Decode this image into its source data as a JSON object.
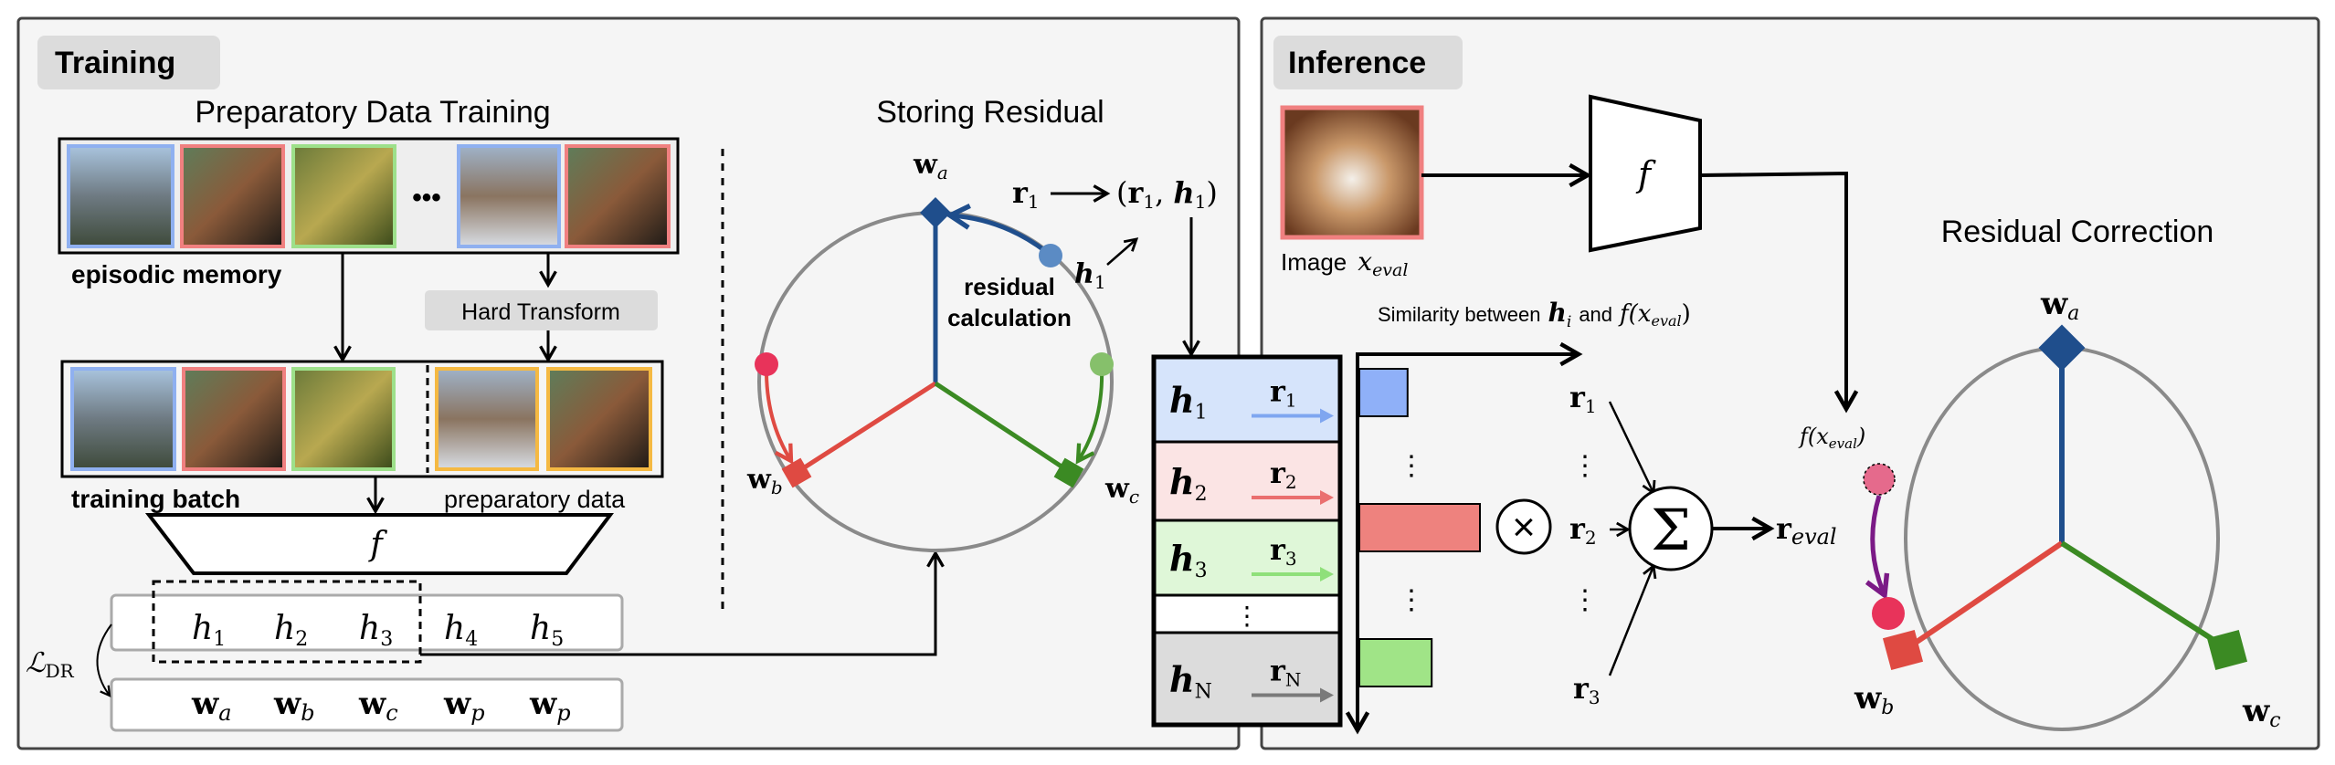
{
  "colors": {
    "panel_bg": "#f5f5f5",
    "badge_bg": "#dcdcdc",
    "circle": "#8a8a8a",
    "w_a": "#1f4e8c",
    "w_b": "#df4a42",
    "w_c": "#3b8a23",
    "blue_frame": "#8fb0f0",
    "red_frame": "#f08080",
    "green_frame": "#9de08a",
    "orange_frame": "#f5b942",
    "purple_arrow": "#7b1a86",
    "pink_dot": "#e8335a"
  },
  "training": {
    "badge": "Training",
    "title": "Preparatory Data Training",
    "episodic_label": "episodic memory",
    "ellipsis": "•••",
    "hard_transform": "Hard Transform",
    "batch_label": "training batch",
    "prep_label": "preparatory data",
    "f": "f",
    "h_row": [
      {
        "base": "h",
        "sub": "1"
      },
      {
        "base": "h",
        "sub": "2"
      },
      {
        "base": "h",
        "sub": "3"
      },
      {
        "base": "h",
        "sub": "4"
      },
      {
        "base": "h",
        "sub": "5"
      }
    ],
    "w_row": [
      {
        "base": "w",
        "sub": "a"
      },
      {
        "base": "w",
        "sub": "b"
      },
      {
        "base": "w",
        "sub": "c"
      },
      {
        "base": "w",
        "sub": "p"
      },
      {
        "base": "w",
        "sub": "p"
      }
    ],
    "loss": {
      "base": "ℒ",
      "sub": "DR"
    }
  },
  "storing": {
    "title": "Storing Residual",
    "residual_calc": [
      "residual",
      "calculation"
    ],
    "w_a": {
      "base": "w",
      "sub": "a"
    },
    "w_b": {
      "base": "w",
      "sub": "b"
    },
    "w_c": {
      "base": "w",
      "sub": "c"
    },
    "r1": {
      "base": "r",
      "sub": "1"
    },
    "pair": {
      "open": "(",
      "r": "r",
      "rsub": "1",
      "comma": ", ",
      "h": "h",
      "hsub": "1",
      "close": ")"
    },
    "h1": {
      "base": "h",
      "sub": "1"
    }
  },
  "memory_table": {
    "rows": [
      {
        "h": "h",
        "hsub": "1",
        "r": "r",
        "rsub": "1",
        "fill": "#d6e4fb",
        "arrow": "#7fa6f0"
      },
      {
        "h": "h",
        "hsub": "2",
        "r": "r",
        "rsub": "2",
        "fill": "#fbe4e4",
        "arrow": "#ea6f6f"
      },
      {
        "h": "h",
        "hsub": "3",
        "r": "r",
        "rsub": "3",
        "fill": "#dff7d8",
        "arrow": "#8fe07a"
      },
      {
        "h": "h",
        "hsub": "N",
        "r": "r",
        "rsub": "N",
        "fill": "#dcdcdc",
        "arrow": "#7a7a7a"
      }
    ],
    "vdots": "⋮"
  },
  "inference": {
    "badge": "Inference",
    "image_label": "Image",
    "x_eval": {
      "base": "x",
      "sub": "eval"
    },
    "f": "f",
    "title": "Residual Correction",
    "similarity": {
      "text": "Similarity between",
      "h": "h",
      "hsub": "i",
      "and": "and",
      "f": "f(x",
      "fsub": "eval",
      "close": ")"
    },
    "bars": [
      {
        "value": 0.4,
        "color": "#8fb0f8"
      },
      {
        "value": 1.0,
        "color": "#ee827e"
      },
      {
        "value": 0.6,
        "color": "#a0e487"
      }
    ],
    "times": "×",
    "sum": "Σ",
    "r_labels": [
      {
        "base": "r",
        "sub": "1"
      },
      {
        "base": "r",
        "sub": "2"
      },
      {
        "base": "r",
        "sub": "3"
      }
    ],
    "vdots": "⋮",
    "r_eval": {
      "base": "r",
      "sub": "eval"
    },
    "f_xeval": {
      "f": "f(x",
      "sub": "eval",
      "close": ")"
    },
    "w_a": {
      "base": "w",
      "sub": "a"
    },
    "w_b": {
      "base": "w",
      "sub": "b"
    },
    "w_c": {
      "base": "w",
      "sub": "c"
    }
  }
}
